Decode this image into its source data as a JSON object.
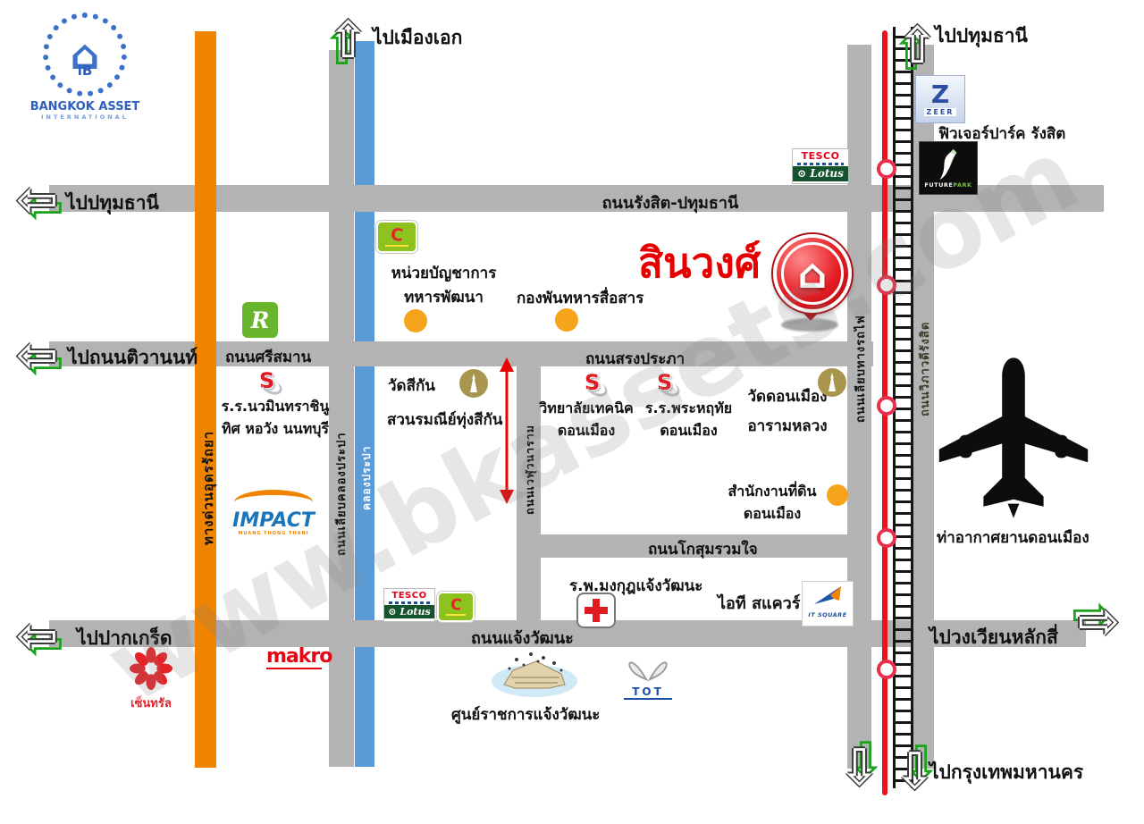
{
  "watermark": "www.bkassets.com",
  "logo": {
    "name": "BANGKOK ASSET",
    "sub": "INTERNATIONAL",
    "monogram": "iB"
  },
  "pin": {
    "title": "สินวงศ์"
  },
  "icons": {
    "arrow_up": "⇧",
    "arrow_down": "⇩",
    "arrow_left": "⇦",
    "arrow_right": "⇨",
    "house": "⌂",
    "lotus_mark": "⊙"
  },
  "directions": {
    "muang_ek": "ไปเมืองเอก",
    "pathum_top": "ไปปทุมธานี",
    "pathum_left": "ไปปทุมธานี",
    "tiwanon": "ไปถนนติวานนท์",
    "pak_kret": "ไปปากเกร็ด",
    "wong_wian_lak_si": "ไปวงเวียนหลักสี่",
    "bangkok": "ไปกรุงเทพมหานคร"
  },
  "roads": {
    "rangsit_pathum": "ถนนรังสิต-ปทุมธานี",
    "srisaman": "ถนนศรีสมาน",
    "song_prapha": "ถนนสรงประภา",
    "kosum_ruam_chai": "ถนนโกสุมรวมใจ",
    "chaeng_watthana": "ถนนแจ้งวัฒนะ",
    "expressway": "ทางด่วนอุดรรัถยา",
    "liap_khlong_prapa": "ถนนเลียบคลองประปา",
    "khlong_prapa": "คลองประปา",
    "weluwanaram": "ถนนเวฬุวนาราม",
    "liap_thang_rotfai": "ถนนเลียบทางรถไฟ",
    "vibhavadi": "ถนนวิภาวดีรังสิต"
  },
  "places": {
    "nuai_banchakan": {
      "line1": "หน่วยบัญชาการ",
      "line2": "ทหารพัฒนา"
    },
    "kong_phan": {
      "label": "กองพันทหารสื่อสาร"
    },
    "navamin_school": {
      "line1": "ร.ร.นวมินทราชินู",
      "line2": "ทิศ หอวัง นนทบุรี"
    },
    "wat_sikan": {
      "label": "วัดสีกัน"
    },
    "suan_rommani": {
      "label": "สวนรมณีย์ทุ่งสีกัน"
    },
    "technic_college": {
      "line1": "วิทยาลัยเทคนิค",
      "line2": "ดอนเมือง"
    },
    "phra_haruethai": {
      "line1": "ร.ร.พระหฤทัย",
      "line2": "ดอนเมือง"
    },
    "wat_don_mueang": {
      "line1": "วัดดอนเมือง",
      "line2": "อารามหลวง"
    },
    "land_office": {
      "line1": "สำนักงานที่ดิน",
      "line2": "ดอนเมือง"
    },
    "mongkut_hospital": {
      "label": "ร.พ.มงกุฎแจ้งวัฒนะ"
    },
    "it_square": {
      "label": "ไอที สแควร์"
    },
    "gov_complex": {
      "label": "ศูนย์ราชการแจ้งวัฒนะ"
    },
    "future_park": {
      "label": "ฟิวเจอร์ปาร์ค รังสิต"
    },
    "airport": {
      "label": "ท่าอากาศยานดอนเมือง"
    },
    "central": {
      "label": "เซ็นทรัล"
    }
  },
  "brands": {
    "tesco": "TESCO",
    "lotus": "Lotus",
    "bigc_c": "C",
    "zeer_z": "Z",
    "zeer": "ZEER",
    "future": "FUTURE",
    "park": "PARK",
    "robinson_r": "R",
    "impact": "IMPACT",
    "impact_sub": "MUANG THONG THANI",
    "makro": "makro",
    "tot": "TOT",
    "it_square": "IT SQUARE",
    "s": "S"
  }
}
